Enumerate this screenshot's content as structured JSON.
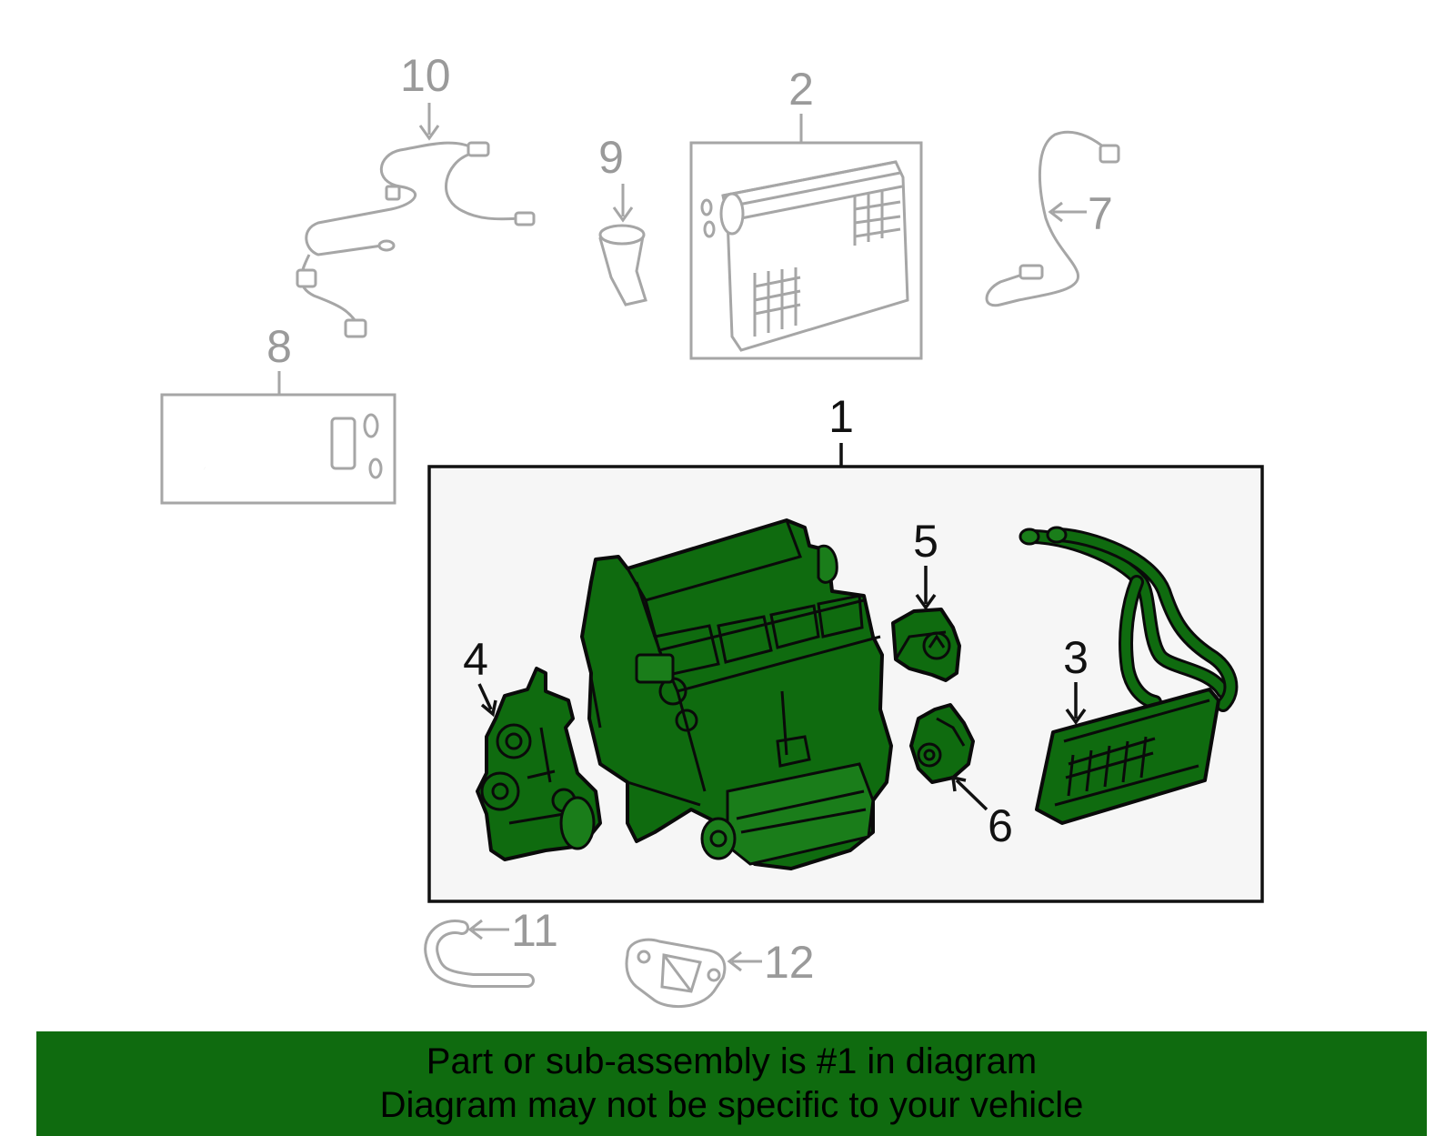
{
  "callouts": {
    "c1": "1",
    "c2": "2",
    "c3": "3",
    "c4": "4",
    "c5": "5",
    "c6": "6",
    "c7": "7",
    "c8": "8",
    "c9": "9",
    "c10": "10",
    "c11": "11",
    "c12": "12"
  },
  "footer": {
    "line1": "Part or sub-assembly is #1 in diagram",
    "line2": "Diagram may not be specific to your vehicle"
  },
  "colors": {
    "highlight_green": "#0f6b0f",
    "inactive_gray": "#a6a6a6",
    "panel_background": "#f6f6f6"
  }
}
